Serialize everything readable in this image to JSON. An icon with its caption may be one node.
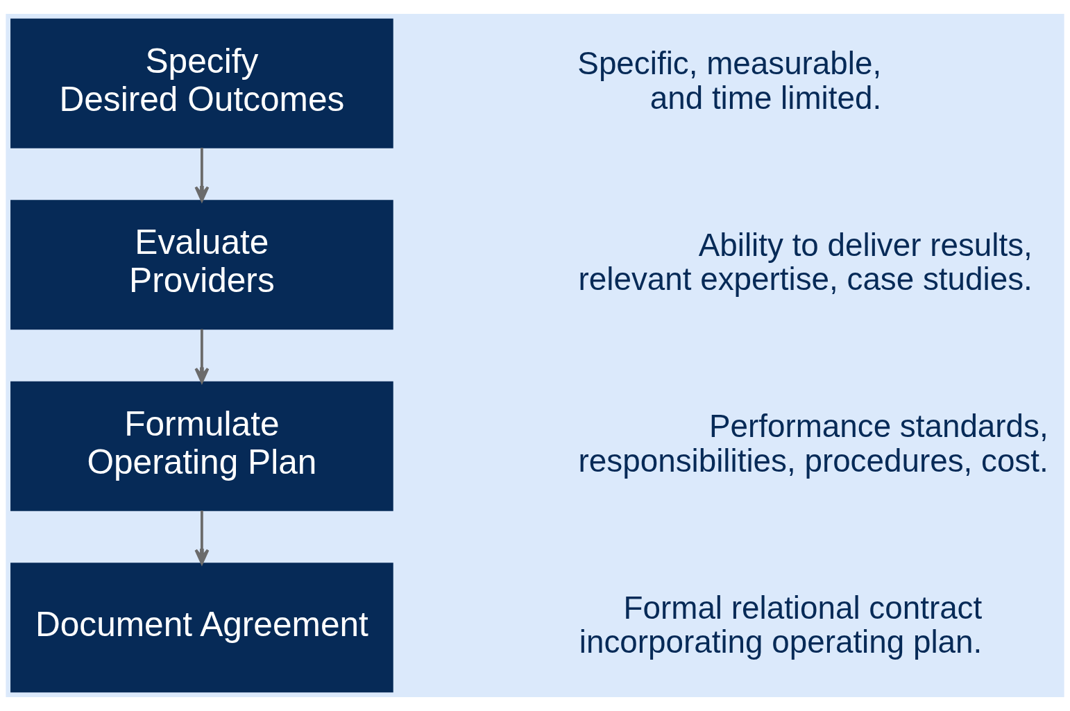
{
  "diagram": {
    "nodes": [
      {
        "text": [
          "Specify Desired Outcomes"
        ]
      },
      {
        "text": [
          "Evaluate Providers"
        ]
      },
      {
        "text": [
          "Formulate Operating Plan"
        ]
      },
      {
        "text": [
          "Document Agreement"
        ]
      }
    ],
    "edges": [
      {
        "from": 0,
        "to": 1,
        "arrow": "to"
      },
      {
        "from": 1,
        "to": 2,
        "arrow": "to"
      },
      {
        "from": 2,
        "to": 3,
        "arrow": "to"
      }
    ],
    "labels": [
      "Specific, measurable, and time limited.",
      "Ability to deliver results, relevant expertise, case studies.",
      "Performance standards, responsibilities, procedures, cost.",
      "Formal relational contract incorporating operating plan."
    ]
  }
}
